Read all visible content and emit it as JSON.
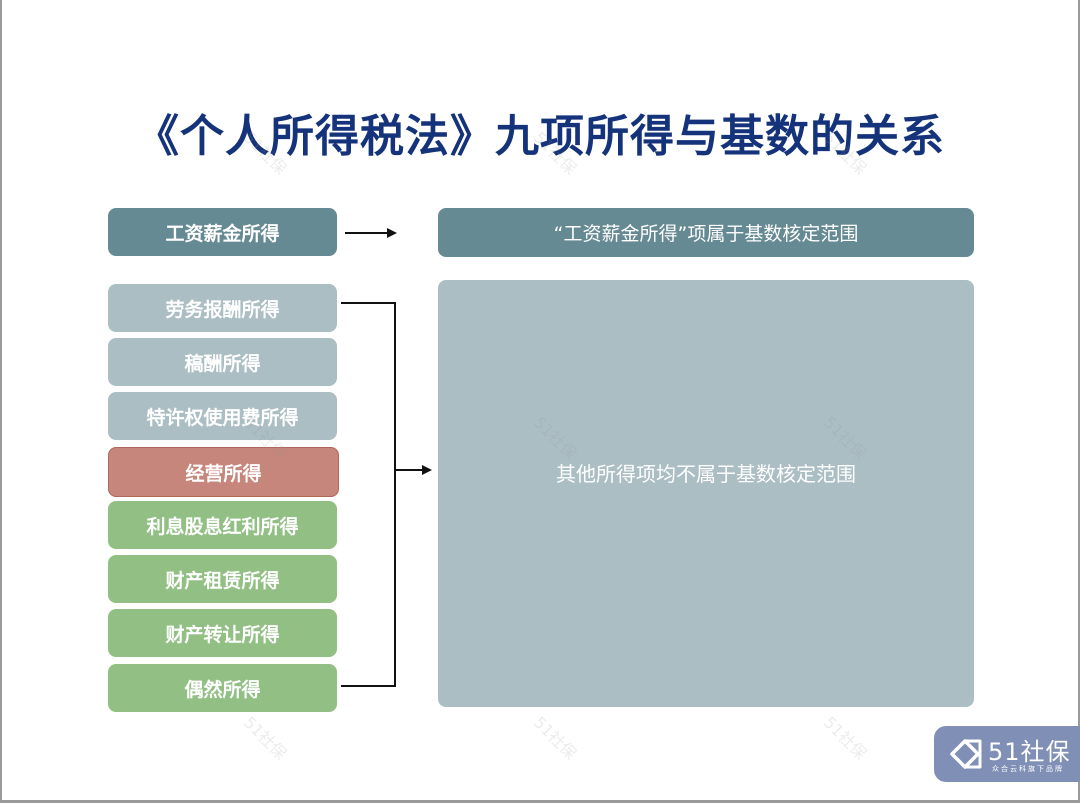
{
  "title": "《个人所得税法》九项所得与基数的关系",
  "income_items": [
    {
      "label": "工资薪金所得",
      "color": "#668a93"
    },
    {
      "label": "劳务报酬所得",
      "color": "#abbec4"
    },
    {
      "label": "稿酬所得",
      "color": "#abbec4"
    },
    {
      "label": "特许权使用费所得",
      "color": "#abbec4"
    },
    {
      "label": "经营所得",
      "color": "#c6867c"
    },
    {
      "label": "利息股息红利所得",
      "color": "#92bf84"
    },
    {
      "label": "财产租赁所得",
      "color": "#92bf84"
    },
    {
      "label": "财产转让所得",
      "color": "#92bf84"
    },
    {
      "label": "偶然所得",
      "color": "#92bf84"
    }
  ],
  "result_top": "“工资薪金所得”项属于基数核定范围",
  "result_other": "其他所得项均不属于基数核定范围",
  "logo": {
    "name": "51社保",
    "tagline": "众合云科旗下品牌"
  },
  "watermark": "51社保"
}
